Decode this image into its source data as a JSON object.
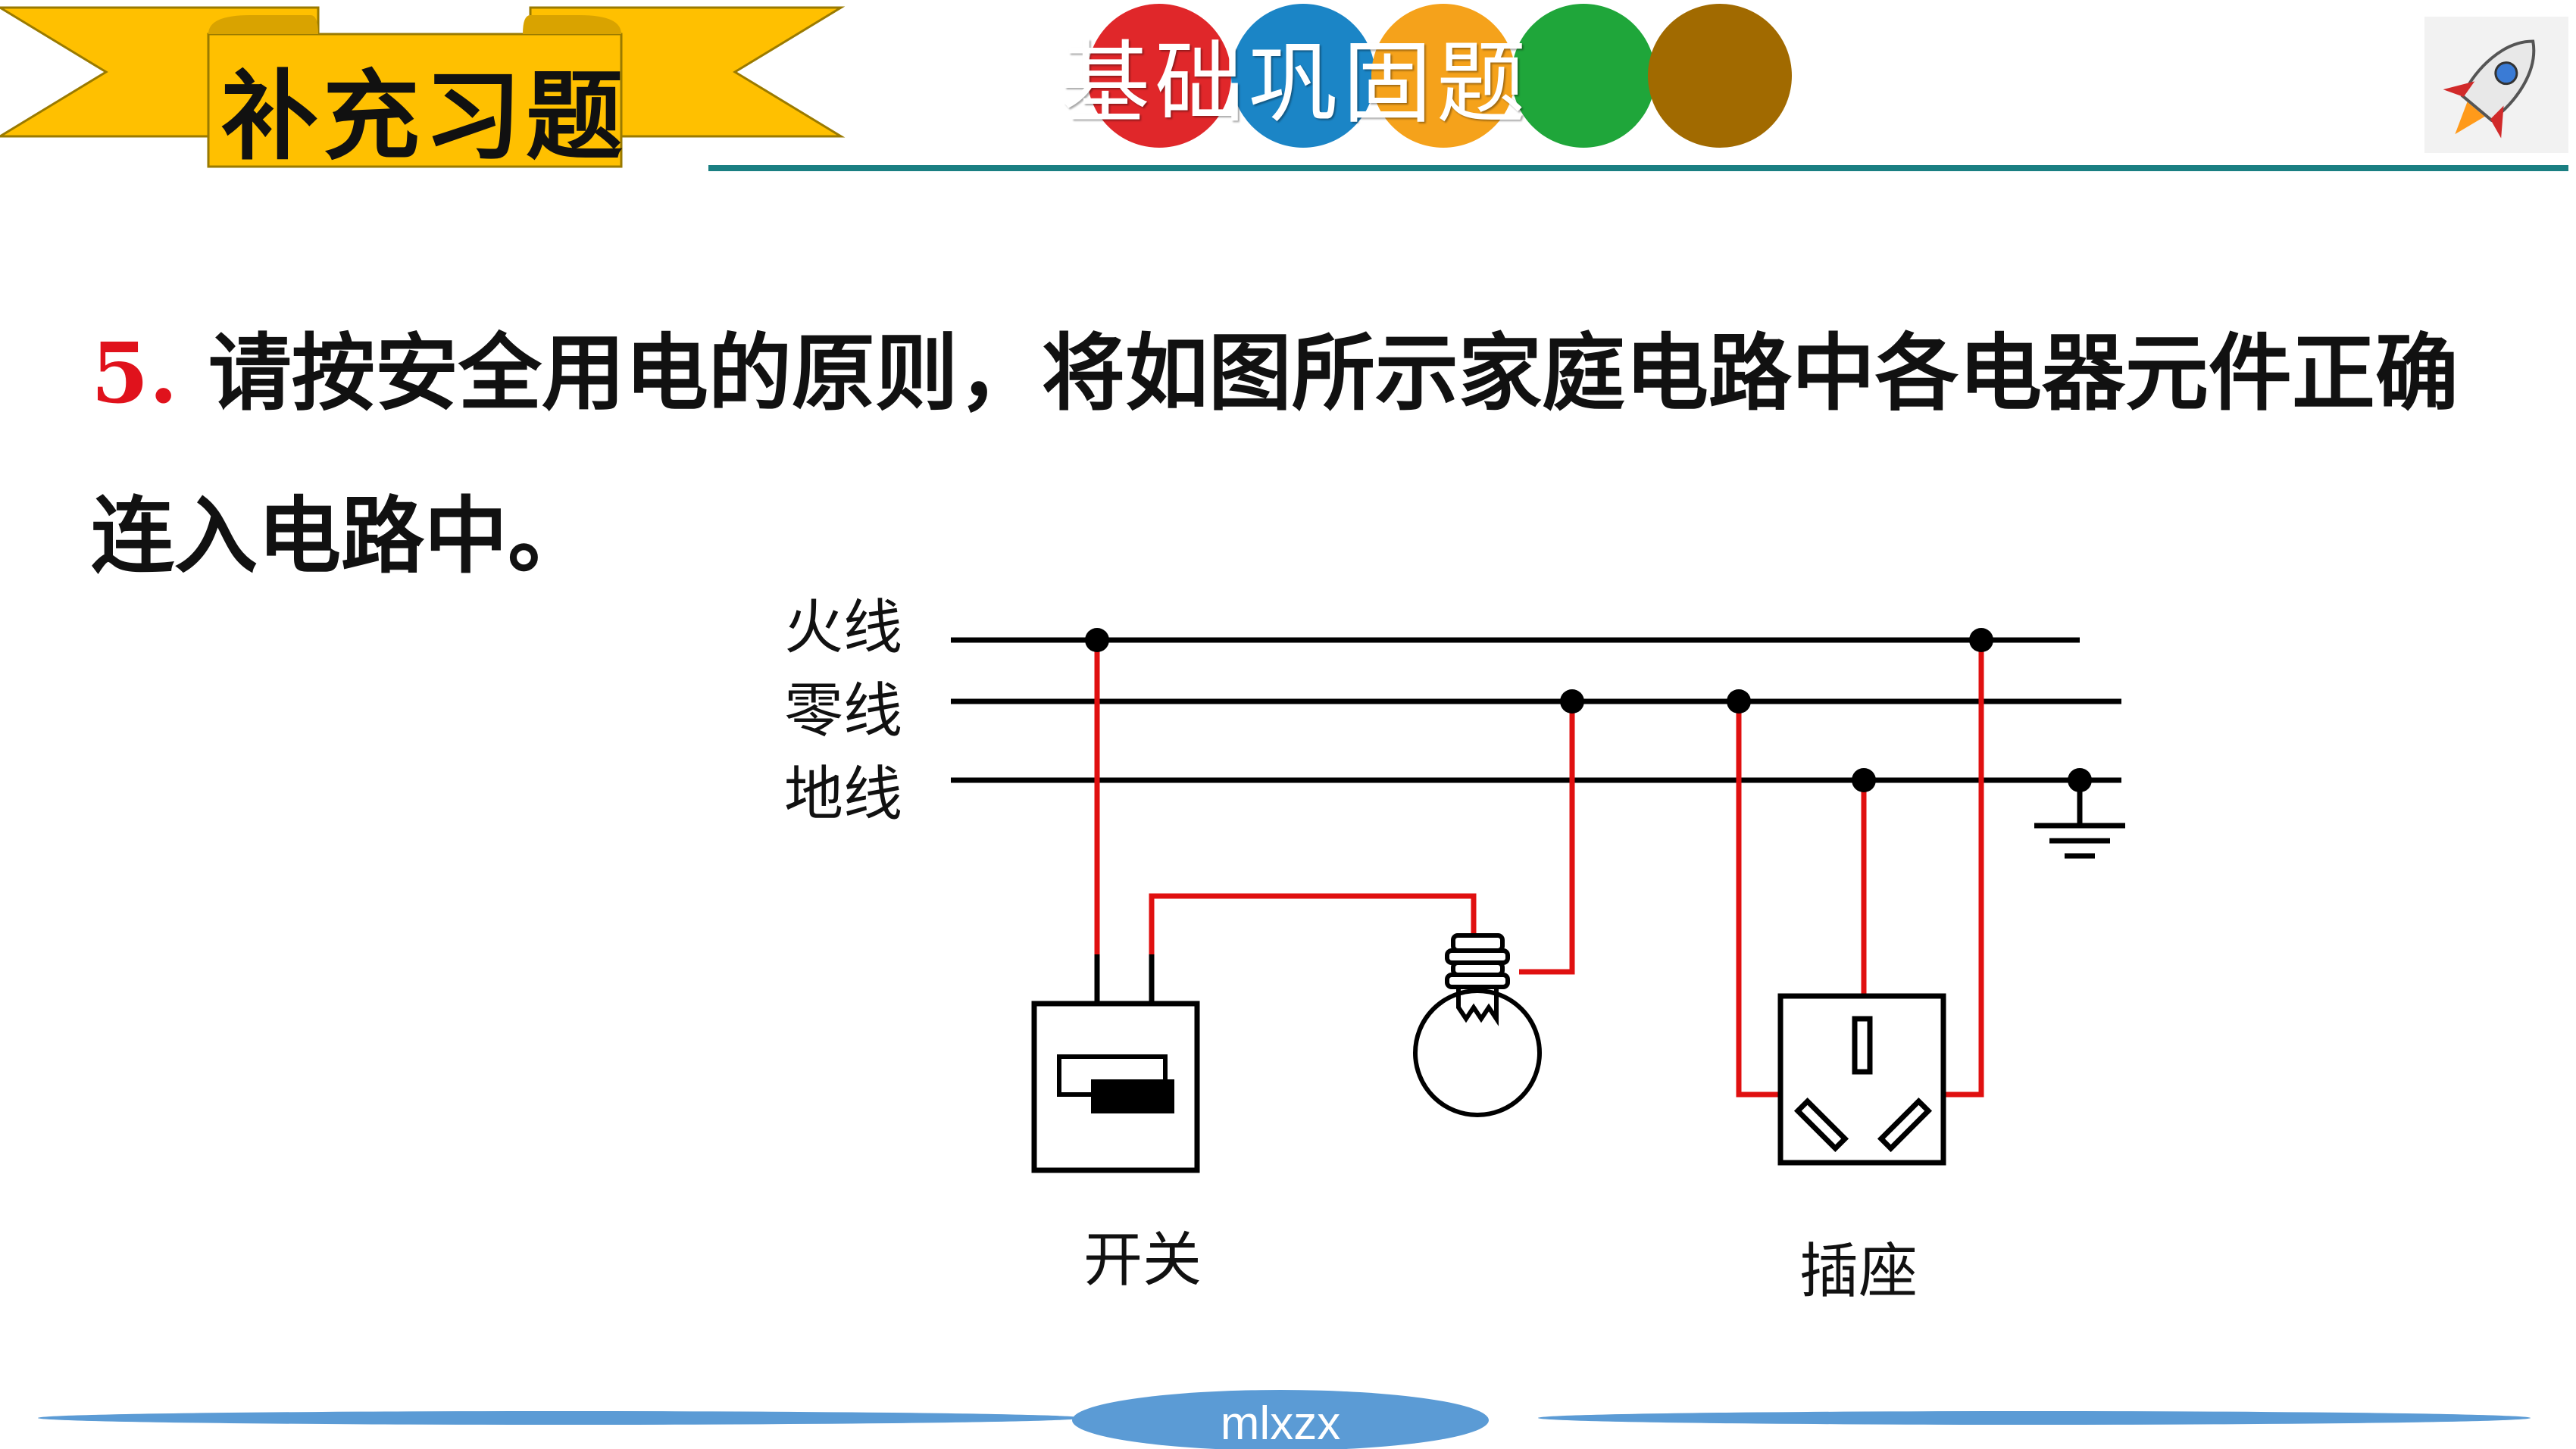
{
  "header": {
    "ribbon_title": "补充习题",
    "section_title": "基础巩固题",
    "colors": {
      "ribbon": "#ffc000",
      "ribbon_border": "#b58a00",
      "section_dots": [
        "#e0272a",
        "#1b85c6",
        "#f5a21b",
        "#1fa63a",
        "#a16a00"
      ],
      "rule": "#1a7f82"
    }
  },
  "question": {
    "number": "5.",
    "text": "请按安全用电的原则，将如图所示家庭电路中各电器元件正确连入电路中。"
  },
  "diagram": {
    "wire_labels": {
      "live": "火线",
      "neutral": "零线",
      "ground": "地线"
    },
    "component_labels": {
      "switch": "开关",
      "socket": "插座"
    },
    "colors": {
      "wire": "#000000",
      "connection": "#e01010"
    }
  },
  "footer": {
    "label": "mlxzx",
    "color": "#5b9bd5"
  },
  "icons": [
    "rocket-icon",
    "ground-symbol-icon",
    "light-bulb-icon",
    "switch-icon",
    "socket-icon"
  ]
}
